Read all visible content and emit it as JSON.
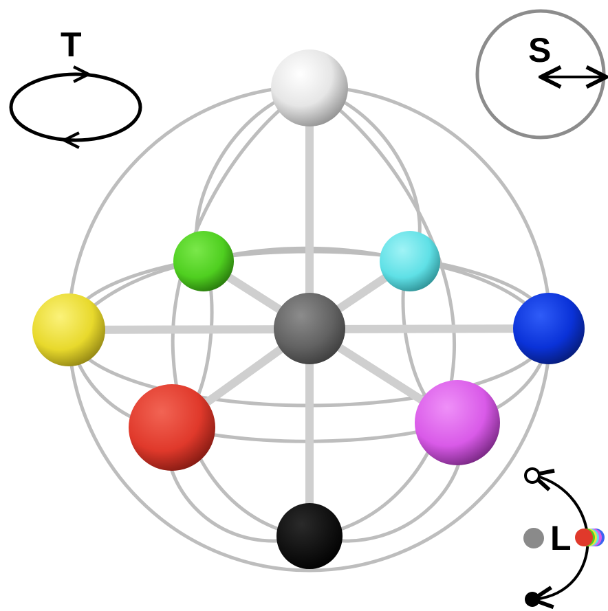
{
  "labels": {
    "t": "T",
    "s": "S",
    "l": "L"
  },
  "spheres": {
    "top": "white-sphere",
    "bottom": "black-sphere",
    "center": "gray-sphere",
    "left": "yellow-sphere",
    "right": "blue-sphere",
    "back_left": "green-sphere",
    "back_right": "cyan-sphere",
    "front_left": "red-sphere",
    "front_right": "magenta-sphere"
  },
  "colors": {
    "white": "#f2f2f2",
    "black": "#111111",
    "gray": "#6b6b6b",
    "yellow": "#f2e23a",
    "blue": "#0a32d8",
    "green": "#4fcf20",
    "cyan": "#5fe0e6",
    "red": "#e0392b",
    "magenta": "#d95ae8",
    "wire": "#d0d0d0"
  }
}
